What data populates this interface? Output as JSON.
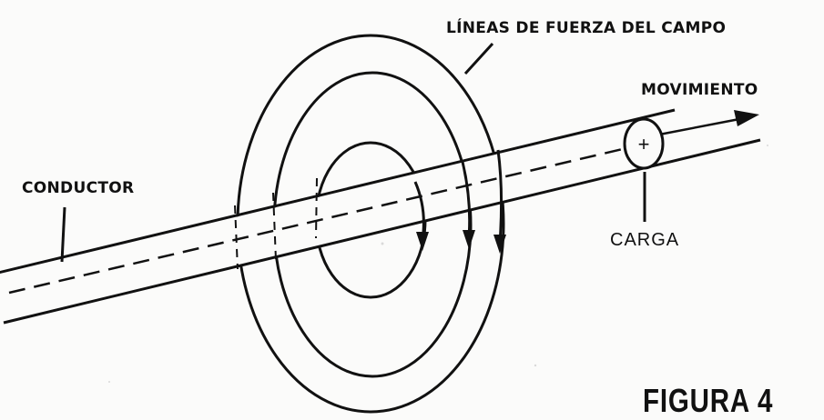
{
  "labels": {
    "field_lines": "LÍNEAS DE FUERZA DEL CAMPO",
    "motion": "MOVIMIENTO",
    "conductor": "CONDUCTOR",
    "charge": "CARGA",
    "charge_sign": "+",
    "figure": "FIGURA 4"
  },
  "colors": {
    "ink": "#111111",
    "paper": "#fbfbfa"
  }
}
